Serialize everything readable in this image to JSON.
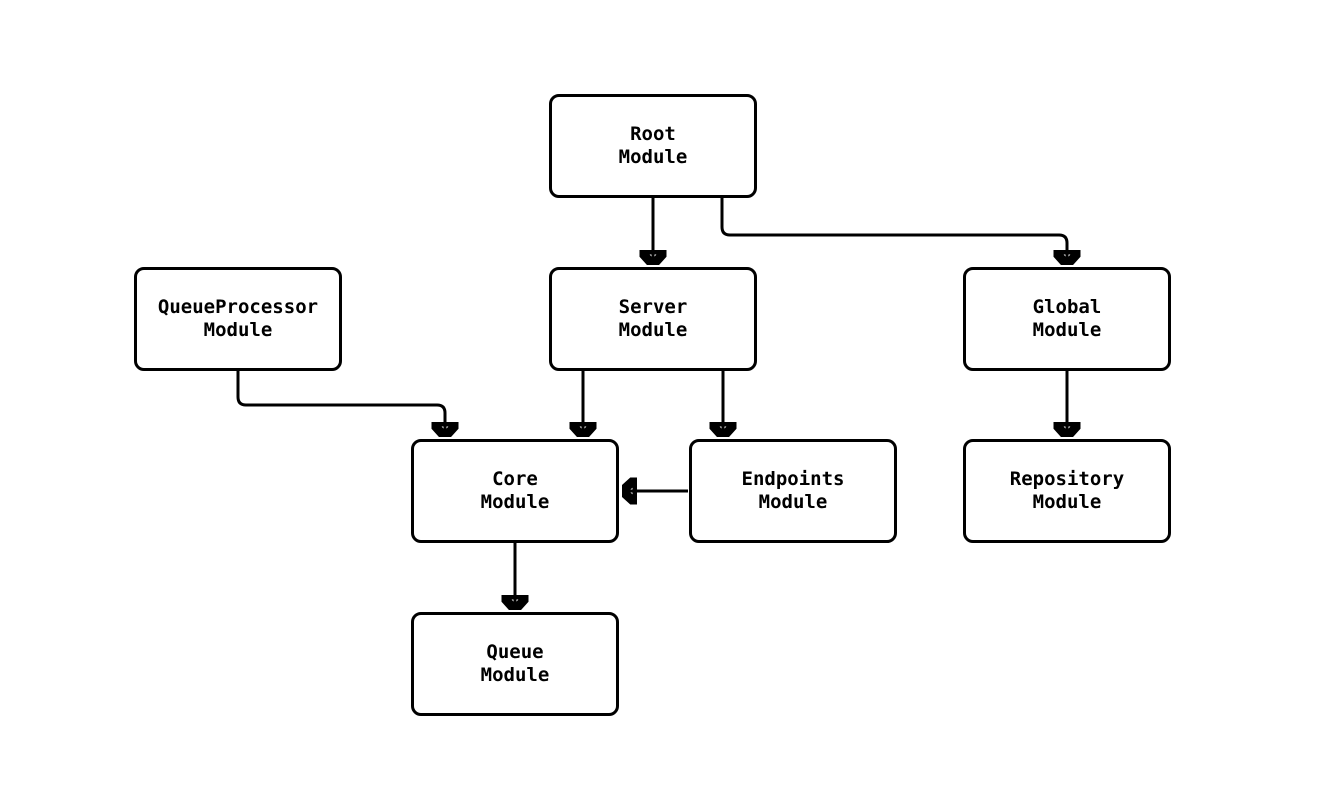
{
  "diagram": {
    "type": "module-dependency-diagram",
    "colors": {
      "background": "#ffffff",
      "node_fill": "#ffffff",
      "node_border": "#000000",
      "edge": "#000000",
      "text": "#000000"
    },
    "nodes": {
      "root": {
        "line1": "Root",
        "line2": "Module"
      },
      "queue_processor": {
        "line1": "QueueProcessor",
        "line2": "Module"
      },
      "server": {
        "line1": "Server",
        "line2": "Module"
      },
      "global": {
        "line1": "Global",
        "line2": "Module"
      },
      "core": {
        "line1": "Core",
        "line2": "Module"
      },
      "endpoints": {
        "line1": "Endpoints",
        "line2": "Module"
      },
      "repository": {
        "line1": "Repository",
        "line2": "Module"
      },
      "queue": {
        "line1": "Queue",
        "line2": "Module"
      }
    },
    "edges": [
      {
        "from": "Root Module",
        "to": "Server Module"
      },
      {
        "from": "Root Module",
        "to": "Global Module"
      },
      {
        "from": "QueueProcessor Module",
        "to": "Core Module"
      },
      {
        "from": "Server Module",
        "to": "Core Module"
      },
      {
        "from": "Server Module",
        "to": "Endpoints Module"
      },
      {
        "from": "Endpoints Module",
        "to": "Core Module"
      },
      {
        "from": "Global Module",
        "to": "Repository Module"
      },
      {
        "from": "Core Module",
        "to": "Queue Module"
      }
    ]
  }
}
